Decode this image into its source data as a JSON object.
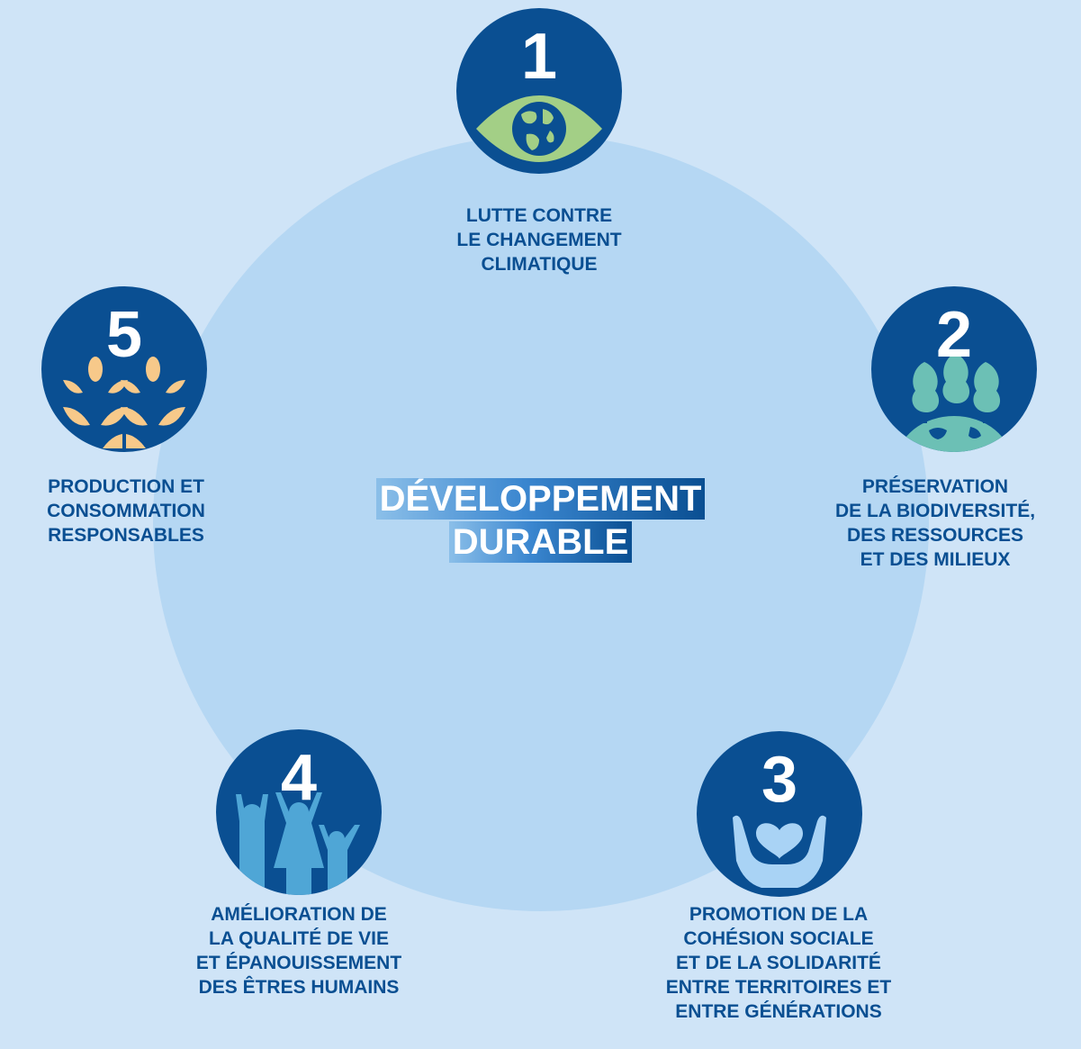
{
  "center_title": {
    "line1": "DÉVELOPPEMENT",
    "line2": "DURABLE"
  },
  "colors": {
    "background": "#cfe4f7",
    "circle": "#b5d7f3",
    "badge": "#0a4f92",
    "text": "#0a4f92",
    "icon_green": "#a3cf86",
    "icon_teal": "#6cc0b5",
    "icon_wheat": "#f7c98a",
    "icon_people": "#4fa6d6",
    "icon_hands": "#a9d3f5"
  },
  "goals": [
    {
      "number": "1",
      "icon": "eye-globe-icon",
      "lines": [
        "LUTTE CONTRE",
        "LE CHANGEMENT",
        "CLIMATIQUE"
      ]
    },
    {
      "number": "2",
      "icon": "trees-on-earth-icon",
      "lines": [
        "PRÉSERVATION",
        "DE LA BIODIVERSITÉ,",
        "DES RESSOURCES",
        "ET DES MILIEUX"
      ]
    },
    {
      "number": "3",
      "icon": "hands-heart-icon",
      "lines": [
        "PROMOTION DE LA",
        "COHÉSION SOCIALE",
        "ET DE LA SOLIDARITÉ",
        "ENTRE TERRITOIRES ET",
        "ENTRE GÉNÉRATIONS"
      ]
    },
    {
      "number": "4",
      "icon": "family-people-icon",
      "lines": [
        "AMÉLIORATION DE",
        "LA QUALITÉ DE VIE",
        "ET ÉPANOUISSEMENT",
        "DES ÊTRES HUMAINS"
      ]
    },
    {
      "number": "5",
      "icon": "wheat-icon",
      "lines": [
        "PRODUCTION ET",
        "CONSOMMATION",
        "RESPONSABLES"
      ]
    }
  ]
}
